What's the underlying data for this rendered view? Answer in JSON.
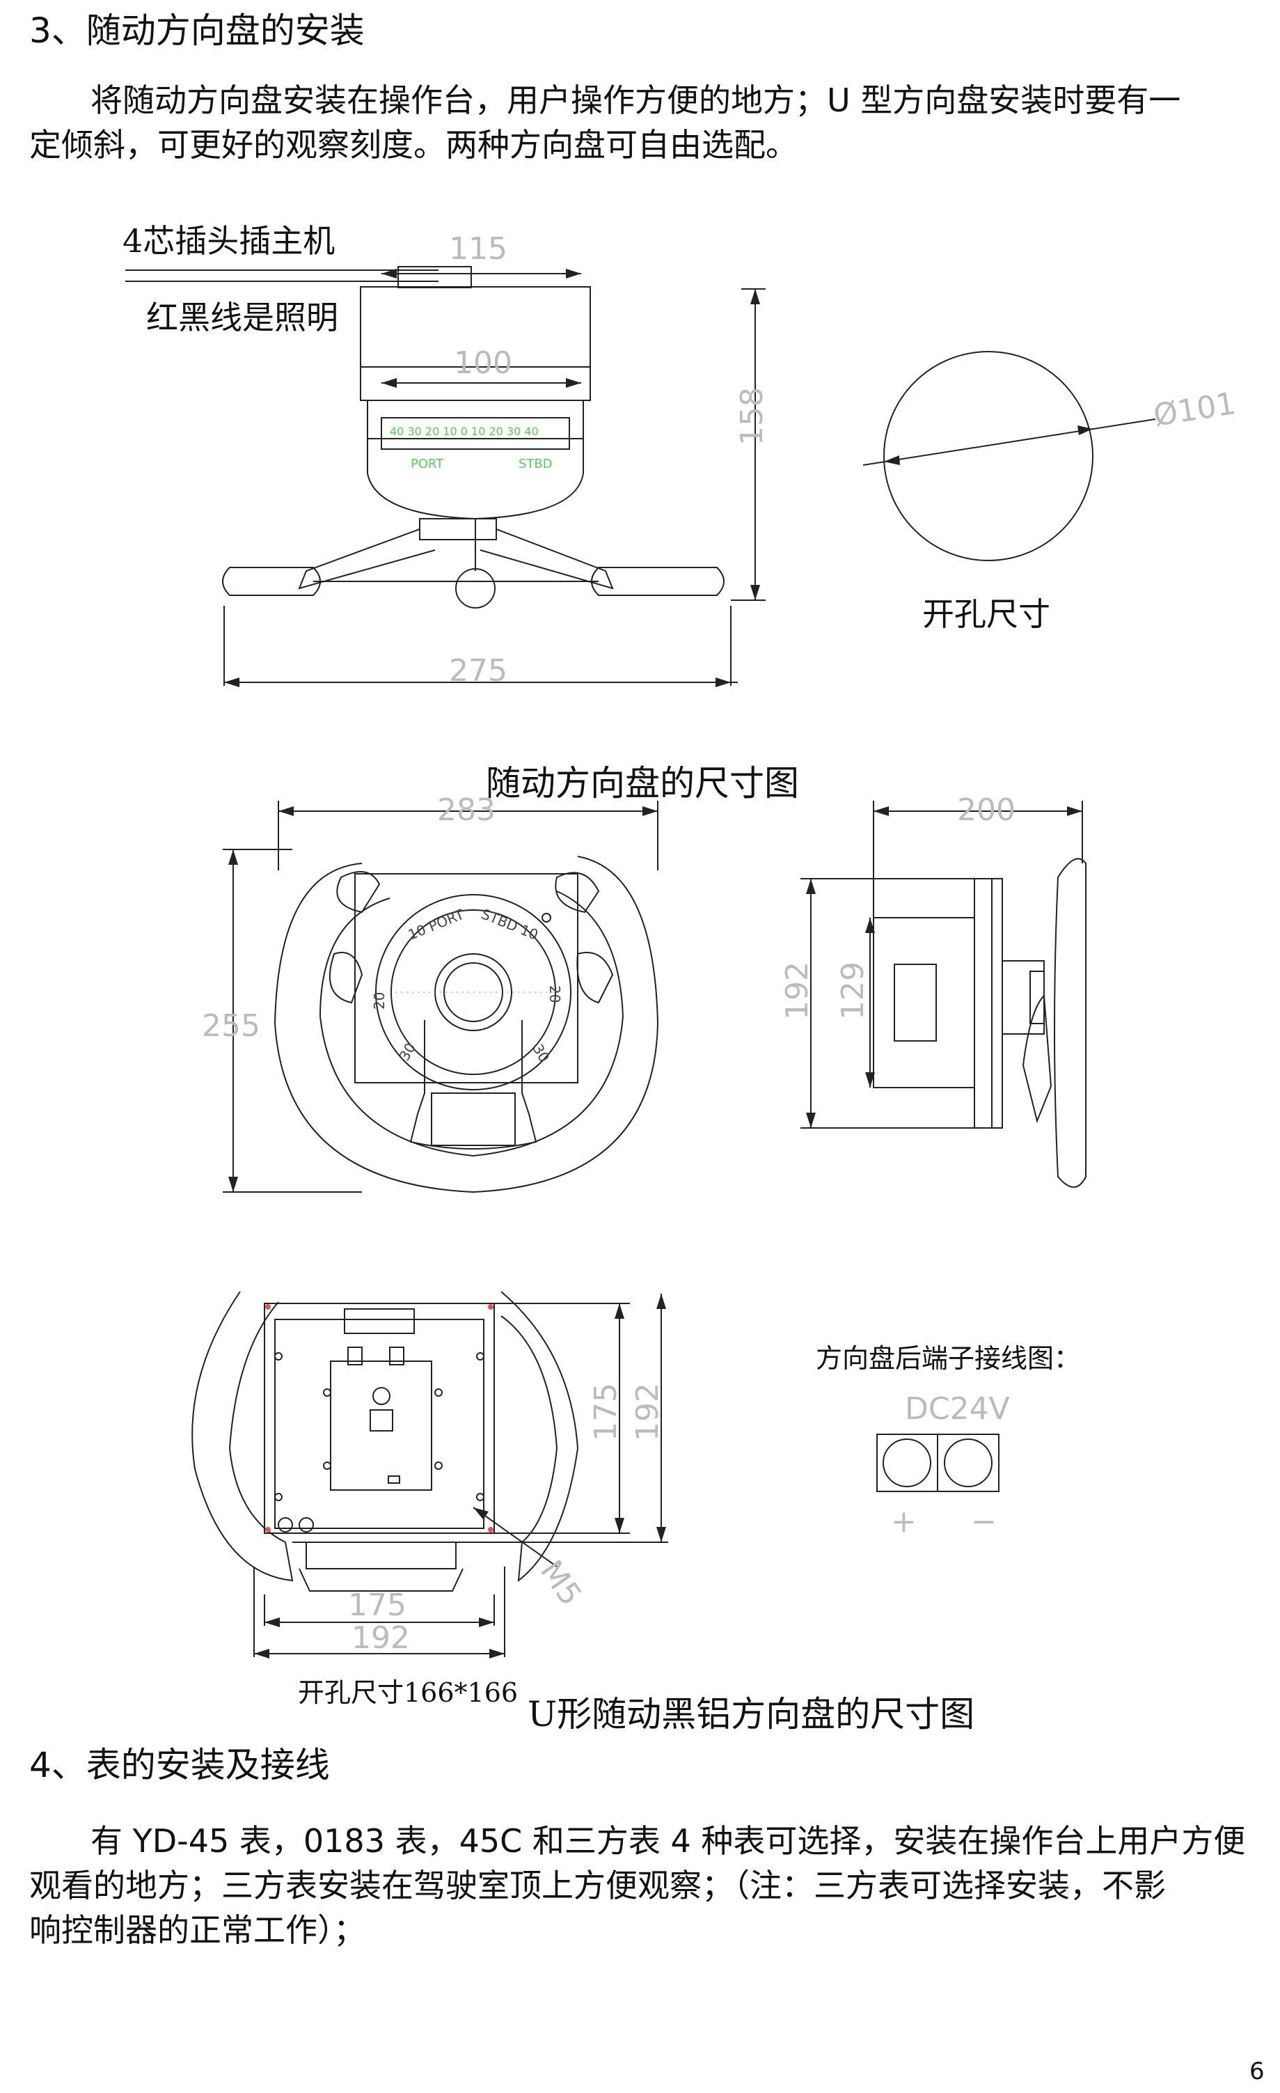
{
  "section3": {
    "heading": "3、随动方向盘的安装",
    "para_line1": "将随动方向盘安装在操作台，用户操作方便的地方；U 型方向盘安装时要有一",
    "para_line2": "定倾斜，可更好的观察刻度。两种方向盘可自由选配。"
  },
  "figure1": {
    "label_plug": "4芯插头插主机",
    "label_wire": "红黑线是照明",
    "dim_115": "115",
    "dim_100": "100",
    "dim_158": "158",
    "dim_275": "275",
    "scale_numbers": "40 30 20 10  0   10  20  30 40",
    "scale_port": "PORT",
    "scale_stbd": "STBD",
    "hole_dim": "Ø101",
    "hole_caption": "开孔尺寸"
  },
  "figure2": {
    "caption": "随动方向盘的尺寸图",
    "dim_283": "283",
    "dim_255": "255",
    "dim_200": "200",
    "dim_192": "192",
    "dim_129": "129",
    "dial_port": "10 PORT",
    "dial_stbd": "STBD 10",
    "dial_20": "20",
    "dial_30": "30"
  },
  "figure3": {
    "dim_175v": "175",
    "dim_192v": "192",
    "dim_175h": "175",
    "dim_192h": "192",
    "dim_m5": "M5",
    "cutout_label": "开孔尺寸166*166",
    "caption": "U形随动黑铝方向盘的尺寸图",
    "terminal_title": "方向盘后端子接线图：",
    "terminal_voltage": "DC24V",
    "terminal_plus": "+",
    "terminal_minus": "−"
  },
  "section4": {
    "heading": "4、表的安装及接线",
    "para_line1": "有 YD-45 表，0183 表，45C 和三方表 4 种表可选择，安装在操作台上用户方便",
    "para_line2": "观看的地方；三方表安装在驾驶室顶上方便观察；（注：三方表可选择安装，不影",
    "para_line3": "响控制器的正常工作）；"
  },
  "page_number": "6"
}
